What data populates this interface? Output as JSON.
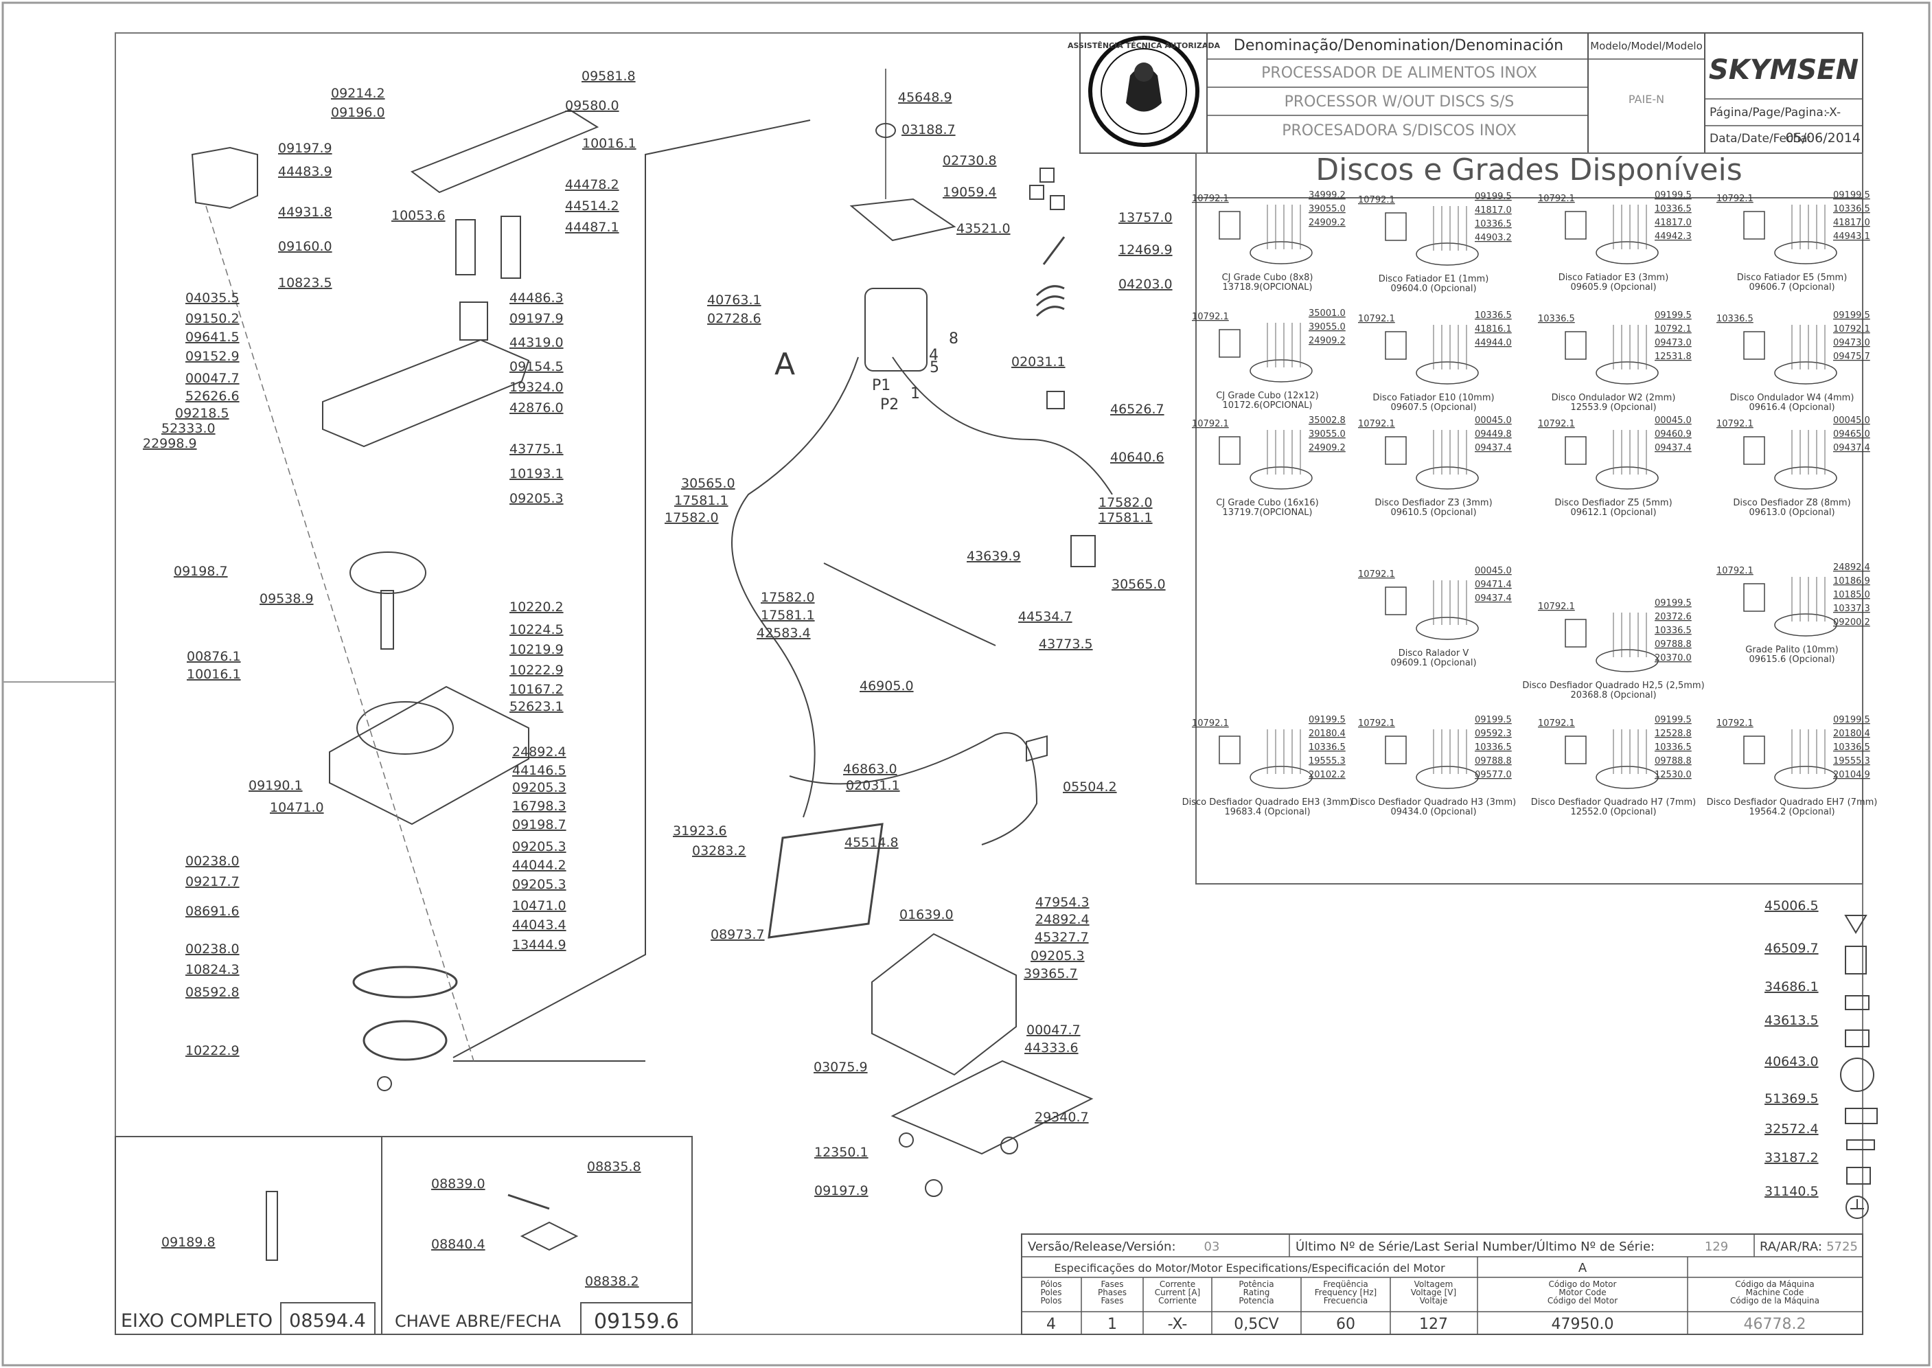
{
  "title_block": {
    "denomination_header": "Denominação/Denomination/Denominación",
    "model_header": "Modelo/Model/Modelo",
    "names": [
      "PROCESSADOR DE ALIMENTOS INOX",
      "PROCESSOR W/OUT DISCS S/S",
      "PROCESADORA S/DISCOS INOX"
    ],
    "model": "PAIE-N",
    "brand": "SKYMSEN",
    "page_label": "Página/Page/Pagina:",
    "page_value": "-X-",
    "date_label": "Data/Date/Fecha:",
    "date_value": "05/06/2014",
    "stamp_text": "ASSISTÊNCIA TÉCNICA AUTORIZADA"
  },
  "discs_section": {
    "heading": "Discos e Grades Disponíveis",
    "discs": [
      {
        "name": "CJ Grade Cubo (8x8)",
        "code": "13718.9(OPCIONAL)",
        "parts": [
          "10792.1",
          "34999.2",
          "39055.0",
          "24909.2"
        ]
      },
      {
        "name": "Disco Fatiador E1 (1mm)",
        "code": "09604.0 (Opcional)",
        "parts": [
          "10792.1",
          "09199.5",
          "41817.0",
          "10336.5",
          "44903.2"
        ]
      },
      {
        "name": "Disco Fatiador E3 (3mm)",
        "code": "09605.9 (Opcional)",
        "parts": [
          "10792.1",
          "09199.5",
          "10336.5",
          "41817.0",
          "44942.3"
        ]
      },
      {
        "name": "Disco Fatiador E5 (5mm)",
        "code": "09606.7 (Opcional)",
        "parts": [
          "10792.1",
          "09199.5",
          "10336.5",
          "41817.0",
          "44943.1"
        ]
      },
      {
        "name": "CJ Grade Cubo (12x12)",
        "code": "10172.6(OPCIONAL)",
        "parts": [
          "10792.1",
          "35001.0",
          "39055.0",
          "24909.2"
        ]
      },
      {
        "name": "Disco Fatiador E10 (10mm)",
        "code": "09607.5 (Opcional)",
        "parts": [
          "10792.1",
          "10336.5",
          "41816.1",
          "44944.0"
        ]
      },
      {
        "name": "Disco Ondulador W2 (2mm)",
        "code": "12553.9 (Opcional)",
        "parts": [
          "10336.5",
          "09199.5",
          "10792.1",
          "09473.0",
          "12531.8"
        ]
      },
      {
        "name": "Disco Ondulador W4 (4mm)",
        "code": "09616.4 (Opcional)",
        "parts": [
          "10336.5",
          "09199.5",
          "10792.1",
          "09473.0",
          "09475.7"
        ]
      },
      {
        "name": "CJ Grade Cubo (16x16)",
        "code": "13719.7(OPCIONAL)",
        "parts": [
          "10792.1",
          "35002.8",
          "39055.0",
          "24909.2"
        ]
      },
      {
        "name": "Disco Desfiador Z3 (3mm)",
        "code": "09610.5 (Opcional)",
        "parts": [
          "10792.1",
          "00045.0",
          "09449.8",
          "09437.4"
        ]
      },
      {
        "name": "Disco Desfiador Z5 (5mm)",
        "code": "09612.1 (Opcional)",
        "parts": [
          "10792.1",
          "00045.0",
          "09460.9",
          "09437.4"
        ]
      },
      {
        "name": "Disco Desfiador Z8 (8mm)",
        "code": "09613.0 (Opcional)",
        "parts": [
          "10792.1",
          "00045.0",
          "09465.0",
          "09437.4"
        ]
      },
      {
        "name": "Disco Ralador V",
        "code": "09609.1 (Opcional)",
        "parts": [
          "10792.1",
          "00045.0",
          "09471.4",
          "09437.4"
        ]
      },
      {
        "name": "Disco Desfiador Quadrado H2,5 (2,5mm)",
        "code": "20368.8 (Opcional)",
        "parts": [
          "10792.1",
          "09199.5",
          "20372.6",
          "10336.5",
          "09788.8",
          "20370.0"
        ]
      },
      {
        "name": "Grade Palito (10mm)",
        "code": "09615.6 (Opcional)",
        "parts": [
          "10792.1",
          "24892.4",
          "10186.9",
          "10185.0",
          "10337.3",
          "09200.2"
        ]
      },
      {
        "name": "Disco Desfiador Quadrado EH3 (3mm)",
        "code": "19683.4 (Opcional)",
        "parts": [
          "10792.1",
          "09199.5",
          "20180.4",
          "10336.5",
          "19555.3",
          "20102.2"
        ]
      },
      {
        "name": "Disco Desfiador Quadrado H3 (3mm)",
        "code": "09434.0 (Opcional)",
        "parts": [
          "10792.1",
          "09199.5",
          "09592.3",
          "10336.5",
          "09788.8",
          "09577.0"
        ]
      },
      {
        "name": "Disco Desfiador Quadrado H7 (7mm)",
        "code": "12552.0 (Opcional)",
        "parts": [
          "10792.1",
          "09199.5",
          "12528.8",
          "10336.5",
          "09788.8",
          "12530.0"
        ]
      },
      {
        "name": "Disco Desfiador Quadrado EH7 (7mm)",
        "code": "19564.2 (Opcional)",
        "parts": [
          "10792.1",
          "09199.5",
          "20180.4",
          "10336.5",
          "19555.3",
          "20104.9"
        ]
      }
    ]
  },
  "left_labels": [
    "09214.2",
    "09196.0",
    "09581.8",
    "09580.0",
    "10016.1",
    "09197.9",
    "44483.9",
    "44478.2",
    "44514.2",
    "10053.6",
    "44487.1",
    "44931.8",
    "09160.0",
    "10823.5",
    "44486.3",
    "04035.5",
    "09150.2",
    "09197.9",
    "09641.5",
    "44319.0",
    "09152.9",
    "09154.5",
    "00047.7",
    "19324.0",
    "52626.6",
    "42876.0",
    "09218.5",
    "52333.0",
    "22998.9",
    "43775.1",
    "10193.1",
    "09205.3",
    "09198.7",
    "09538.9",
    "10220.2",
    "10224.5",
    "00876.1",
    "10219.9",
    "10016.1",
    "10222.9",
    "10167.2",
    "52623.1",
    "24892.4",
    "44146.5",
    "09190.1",
    "09205.3",
    "10471.0",
    "16798.3",
    "09198.7",
    "00238.0",
    "09205.3",
    "09217.7",
    "44044.2",
    "08691.6",
    "09205.3",
    "10471.0",
    "00238.0",
    "44043.4",
    "13444.9",
    "10824.3",
    "08592.8",
    "10222.9"
  ],
  "center_labels": [
    "45648.9",
    "03188.7",
    "02730.8",
    "19059.4",
    "43521.0",
    "40763.1",
    "02728.6",
    "A",
    "P1",
    "P2",
    "1",
    "4",
    "5",
    "8",
    "02031.1",
    "30565.0",
    "17581.1",
    "17582.0",
    "17582.0",
    "17581.1",
    "42583.4",
    "43639.9",
    "46905.0",
    "46863.0",
    "02031.1",
    "31923.6",
    "03283.2",
    "45514.8",
    "08973.7",
    "01639.0",
    "03075.9",
    "12350.1",
    "09197.9",
    "47954.3",
    "24892.4",
    "45327.7",
    "09205.3",
    "39365.7",
    "00047.7",
    "44333.6",
    "29340.7"
  ],
  "right_labels": [
    "13757.0",
    "12469.9",
    "04203.0",
    "46526.7",
    "40640.6",
    "17582.0",
    "17581.1",
    "30565.0",
    "44534.7",
    "43773.5",
    "05504.2"
  ],
  "accessory_labels": [
    "45006.5",
    "46509.7",
    "34686.1",
    "43613.5",
    "40643.0",
    "51369.5",
    "32572.4",
    "33187.2",
    "31140.5"
  ],
  "bottom_boxes": {
    "left_part": "09189.8",
    "left_title": "EIXO COMPLETO",
    "left_code": "08594.4",
    "right_parts": [
      "08839.0",
      "08835.8",
      "08840.4",
      "08838.2"
    ],
    "right_title": "CHAVE ABRE/FECHA",
    "right_code": "09159.6"
  },
  "motor_table": {
    "version_label": "Versão/Release/Versión:",
    "version_value": "03",
    "serial_label": "Último Nº de Série/Last Serial Number/Último Nº de Série:",
    "serial_value": "129",
    "ra_label": "RA/AR/RA:",
    "ra_value": "5725",
    "spec_header": "Especificações do Motor/Motor Especifications/Especificación del Motor",
    "motor_letter": "A",
    "columns": [
      {
        "h1": "Pólos",
        "h2": "Poles",
        "h3": "Polos",
        "value": "4"
      },
      {
        "h1": "Fases",
        "h2": "Phases",
        "h3": "Fases",
        "value": "1"
      },
      {
        "h1": "Corrente",
        "h2": "Current [A]",
        "h3": "Corriente",
        "value": "-X-"
      },
      {
        "h1": "Potência",
        "h2": "Rating",
        "h3": "Potencia",
        "value": "0,5CV"
      },
      {
        "h1": "Freqüência",
        "h2": "Frequency [Hz]",
        "h3": "Frecuencia",
        "value": "60"
      },
      {
        "h1": "Voltagem",
        "h2": "Voltage [V]",
        "h3": "Voltaje",
        "value": "127"
      },
      {
        "h1": "Código do Motor",
        "h2": "Motor Code",
        "h3": "Código del Motor",
        "value": "47950.0"
      },
      {
        "h1": "Código da Máquina",
        "h2": "Machine Code",
        "h3": "Código de la Máquina",
        "value": "46778.2"
      }
    ]
  }
}
